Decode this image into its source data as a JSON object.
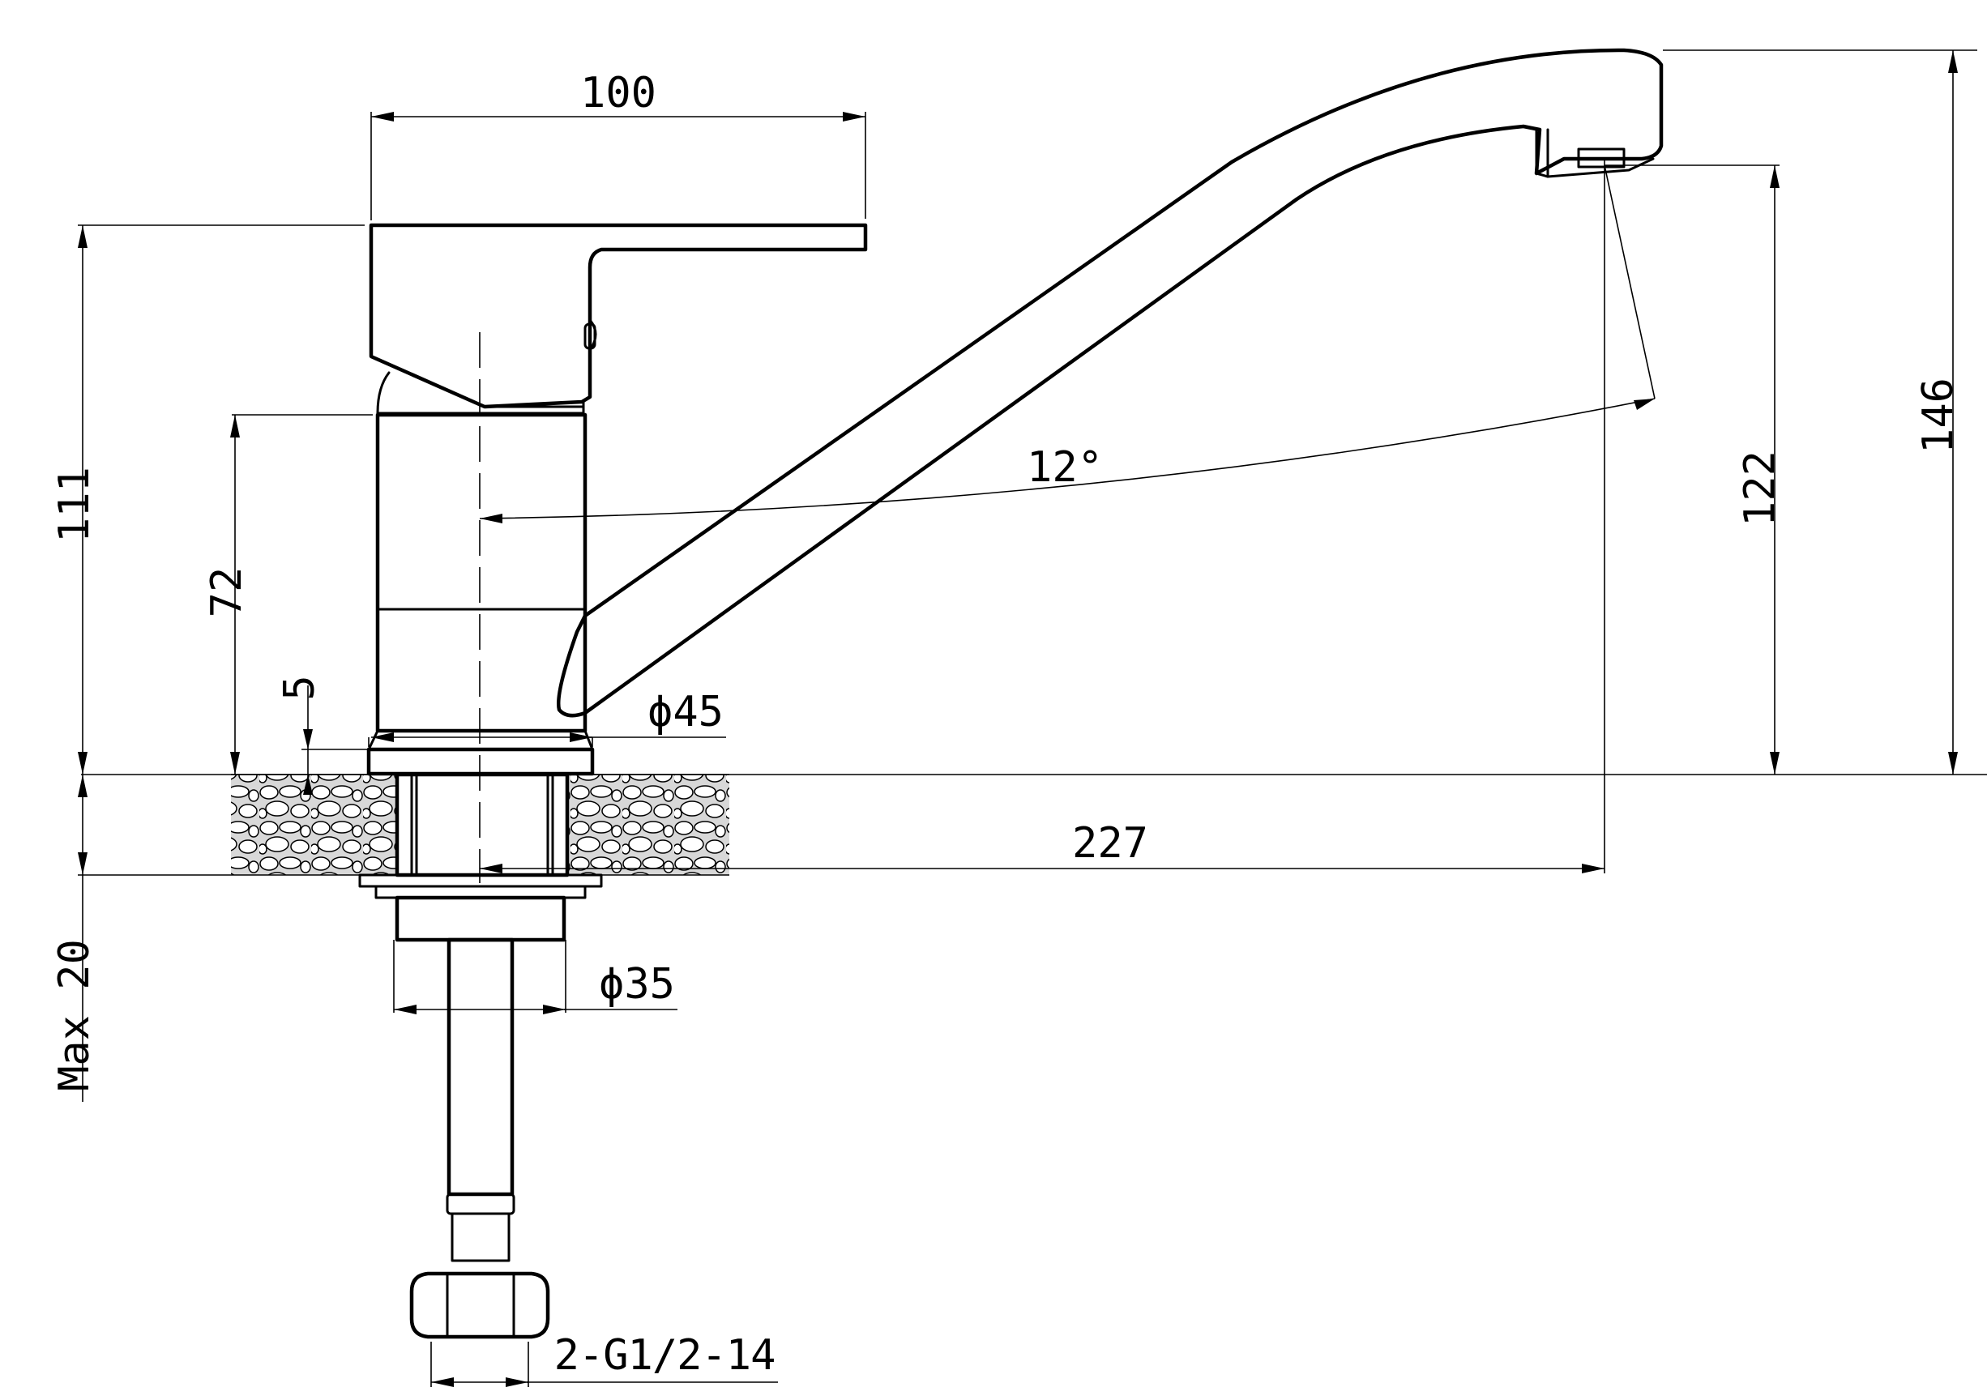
{
  "dimensions": {
    "width_top": "100",
    "height_handle": "111",
    "height_body": "72",
    "ring_height": "5",
    "base_diameter": "ϕ45",
    "spout_angle": "12°",
    "aerator_height": "122",
    "total_height": "146",
    "spout_reach": "227",
    "max_counter_thickness": "Max 20",
    "shank_diameter": "ϕ35",
    "hose_thread": "2-G1/2-14"
  }
}
